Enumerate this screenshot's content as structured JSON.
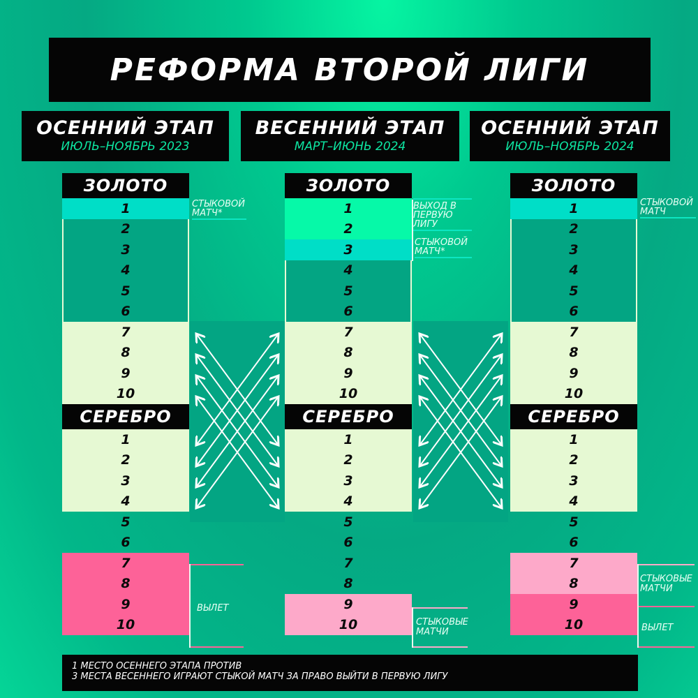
{
  "title": "РЕФОРМА ВТОРОЙ ЛИГИ",
  "stages": [
    {
      "name": "ОСЕННИЙ ЭТАП",
      "dates": "ИЮЛЬ–НОЯБРЬ 2023"
    },
    {
      "name": "ВЕСЕННИЙ ЭТАП",
      "dates": "МАРТ–ИЮНЬ 2024"
    },
    {
      "name": "ОСЕННИЙ ЭТАП",
      "dates": "ИЮЛЬ–НОЯБРЬ 2024"
    }
  ],
  "leagues": {
    "gold": "ЗОЛОТО",
    "silver": "СЕРЕБРО"
  },
  "columns": [
    {
      "gold": [
        "1",
        "2",
        "3",
        "4",
        "5",
        "6",
        "7",
        "8",
        "9",
        "10"
      ],
      "silver": [
        "1",
        "2",
        "3",
        "4",
        "5",
        "6",
        "7",
        "8",
        "9",
        "10"
      ],
      "notes": {
        "playoff": "СТЫКОВОЙ МАТЧ*",
        "relegation": "ВЫЛЕТ"
      }
    },
    {
      "gold": [
        "1",
        "2",
        "3",
        "4",
        "5",
        "6",
        "7",
        "8",
        "9",
        "10"
      ],
      "silver": [
        "1",
        "2",
        "3",
        "4",
        "5",
        "6",
        "7",
        "8",
        "9",
        "10"
      ],
      "notes": {
        "promotion": "ВЫХОД В ПЕРВУЮ ЛИГУ",
        "playoff": "СТЫКОВОЙ МАТЧ*",
        "playoffs_bottom": "СТЫКОВЫЕ МАТЧИ"
      }
    },
    {
      "gold": [
        "1",
        "2",
        "3",
        "4",
        "5",
        "6",
        "7",
        "8",
        "9",
        "10"
      ],
      "silver": [
        "1",
        "2",
        "3",
        "4",
        "5",
        "6",
        "7",
        "8",
        "9",
        "10"
      ],
      "notes": {
        "playoff": "СТЫКОВОЙ МАТЧ",
        "playoffs_bottom": "СТЫКОВЫЕ МАТЧИ",
        "relegation": "ВЫЛЕТ"
      }
    }
  ],
  "colors": {
    "promotion": "#06f9a8",
    "playoff": "#00dec7",
    "gold_mid": "#03a583",
    "swap_zone": "#e6f9d3",
    "relegation": "#fd6298",
    "playoff_bottom": "#fda9c9"
  },
  "footer": {
    "line1": "1 МЕСТО ОСЕННЕГО ЭТАПА ПРОТИВ",
    "line2": "3 МЕСТА ВЕСЕННЕГО ИГРАЮТ СТЫКОЙ МАТЧ ЗА ПРАВО ВЫЙТИ В ПЕРВУЮ ЛИГУ"
  }
}
